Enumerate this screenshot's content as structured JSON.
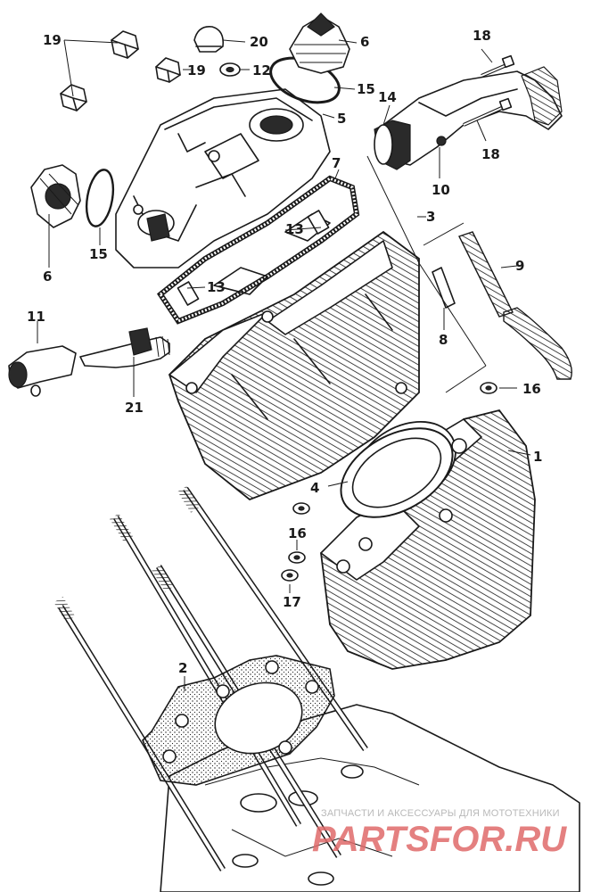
{
  "labels": {
    "p1": "1",
    "p2": "2",
    "p3": "3",
    "p4": "4",
    "p5": "5",
    "p6a": "6",
    "p6b": "6",
    "p7": "7",
    "p8": "8",
    "p9": "9",
    "p10": "10",
    "p11": "11",
    "p12": "12",
    "p13a": "13",
    "p13b": "13",
    "p14": "14",
    "p15a": "15",
    "p15b": "15",
    "p16a": "16",
    "p16b": "16",
    "p17": "17",
    "p18a": "18",
    "p18b": "18",
    "p19a": "19",
    "p19b": "19",
    "p20": "20",
    "p21": "21"
  },
  "watermark": {
    "tagline": "ЗАПЧАСТИ И АКСЕССУАРЫ ДЛЯ МОТОТЕХНИКИ",
    "site": "PARTSFOR.RU"
  },
  "colors": {
    "ink": "#1a1a1a",
    "watermark_text": "#b9b9b9",
    "watermark_logo": "#e06a6a"
  }
}
